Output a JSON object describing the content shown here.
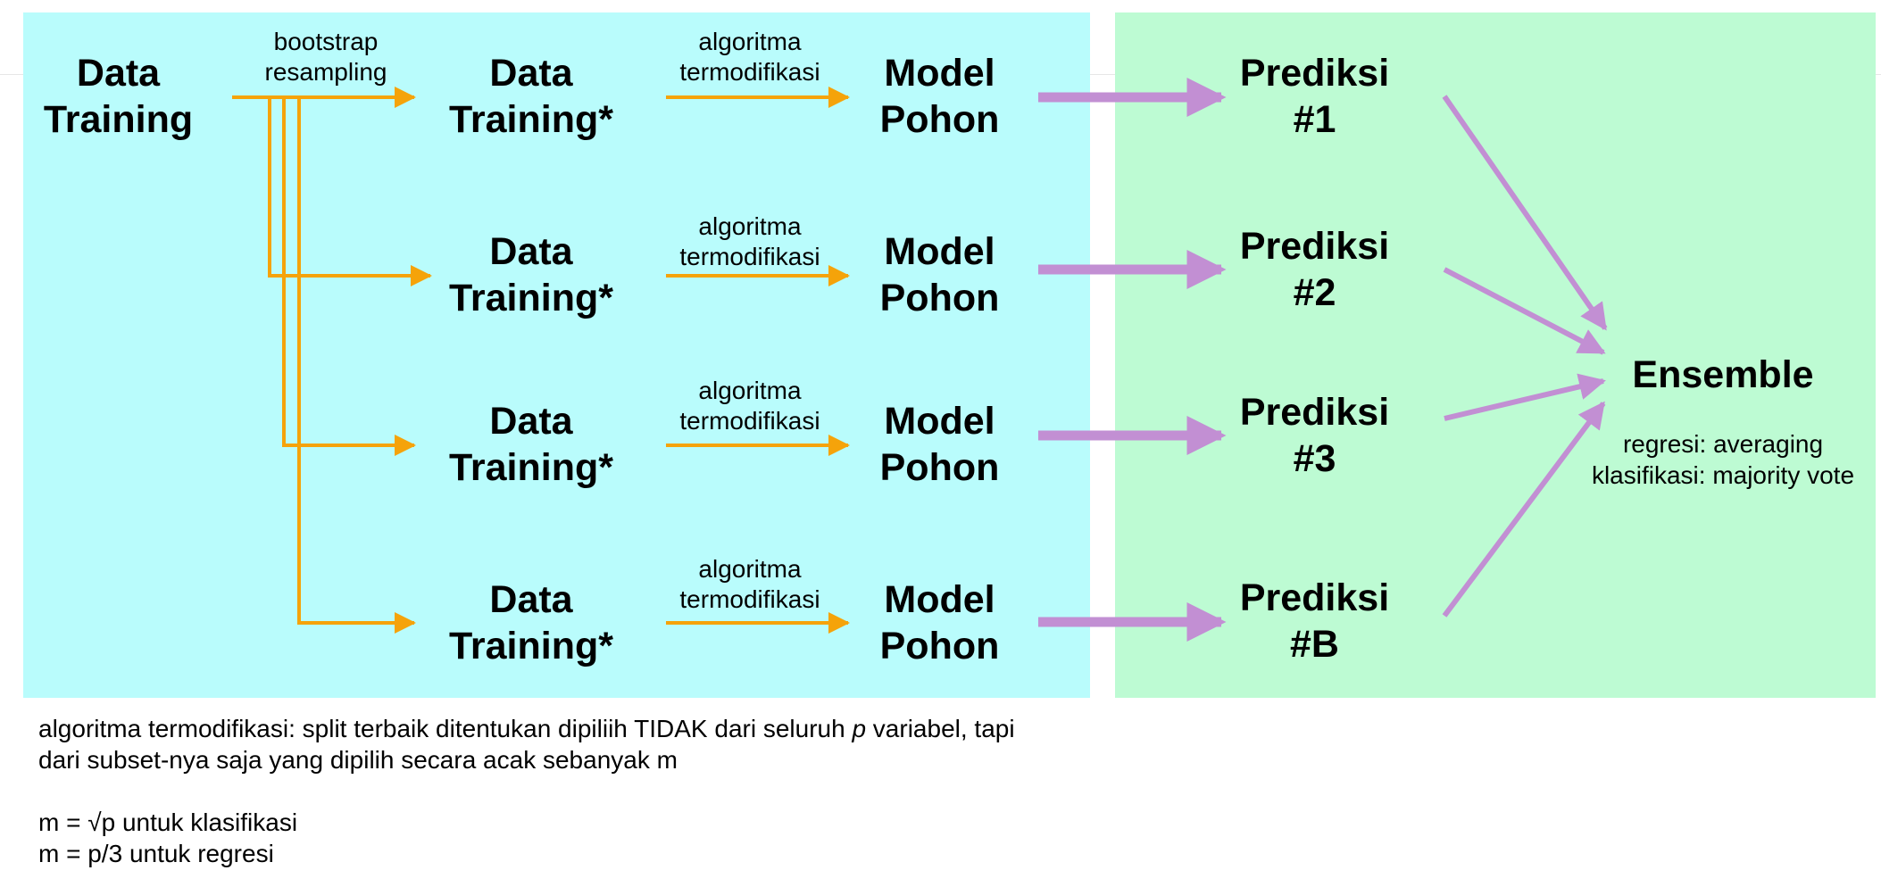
{
  "source": {
    "line1": "Data",
    "line2": "Training"
  },
  "bootstrap_label": {
    "line1": "bootstrap",
    "line2": "resampling"
  },
  "rows": [
    {
      "data1": "Data",
      "data2": "Training*",
      "algo1": "algoritma",
      "algo2": "termodifikasi",
      "model1": "Model",
      "model2": "Pohon",
      "pred1": "Prediksi",
      "pred2": "#1"
    },
    {
      "data1": "Data",
      "data2": "Training*",
      "algo1": "algoritma",
      "algo2": "termodifikasi",
      "model1": "Model",
      "model2": "Pohon",
      "pred1": "Prediksi",
      "pred2": "#2"
    },
    {
      "data1": "Data",
      "data2": "Training*",
      "algo1": "algoritma",
      "algo2": "termodifikasi",
      "model1": "Model",
      "model2": "Pohon",
      "pred1": "Prediksi",
      "pred2": "#3"
    },
    {
      "data1": "Data",
      "data2": "Training*",
      "algo1": "algoritma",
      "algo2": "termodifikasi",
      "model1": "Model",
      "model2": "Pohon",
      "pred1": "Prediksi",
      "pred2": "#B"
    }
  ],
  "ensemble": {
    "title": "Ensemble",
    "rule1": "regresi: averaging",
    "rule2": "klasifikasi: majority vote"
  },
  "notes": {
    "line1_a": "algoritma termodifikasi: split terbaik ditentukan dipiliih TIDAK dari seluruh ",
    "line1_p": "p",
    "line1_b": " variabel, tapi",
    "line2": "dari subset-nya saja yang dipilih secara acak sebanyak m",
    "line3": "m = √p untuk klasifikasi",
    "line4": "m = p/3 untuk regresi"
  },
  "colors": {
    "left_panel": "#b9fcfc",
    "right_panel": "#bdfbd3",
    "orange_arrow": "#f5a30a",
    "purple_arrow": "#c28fd3"
  }
}
